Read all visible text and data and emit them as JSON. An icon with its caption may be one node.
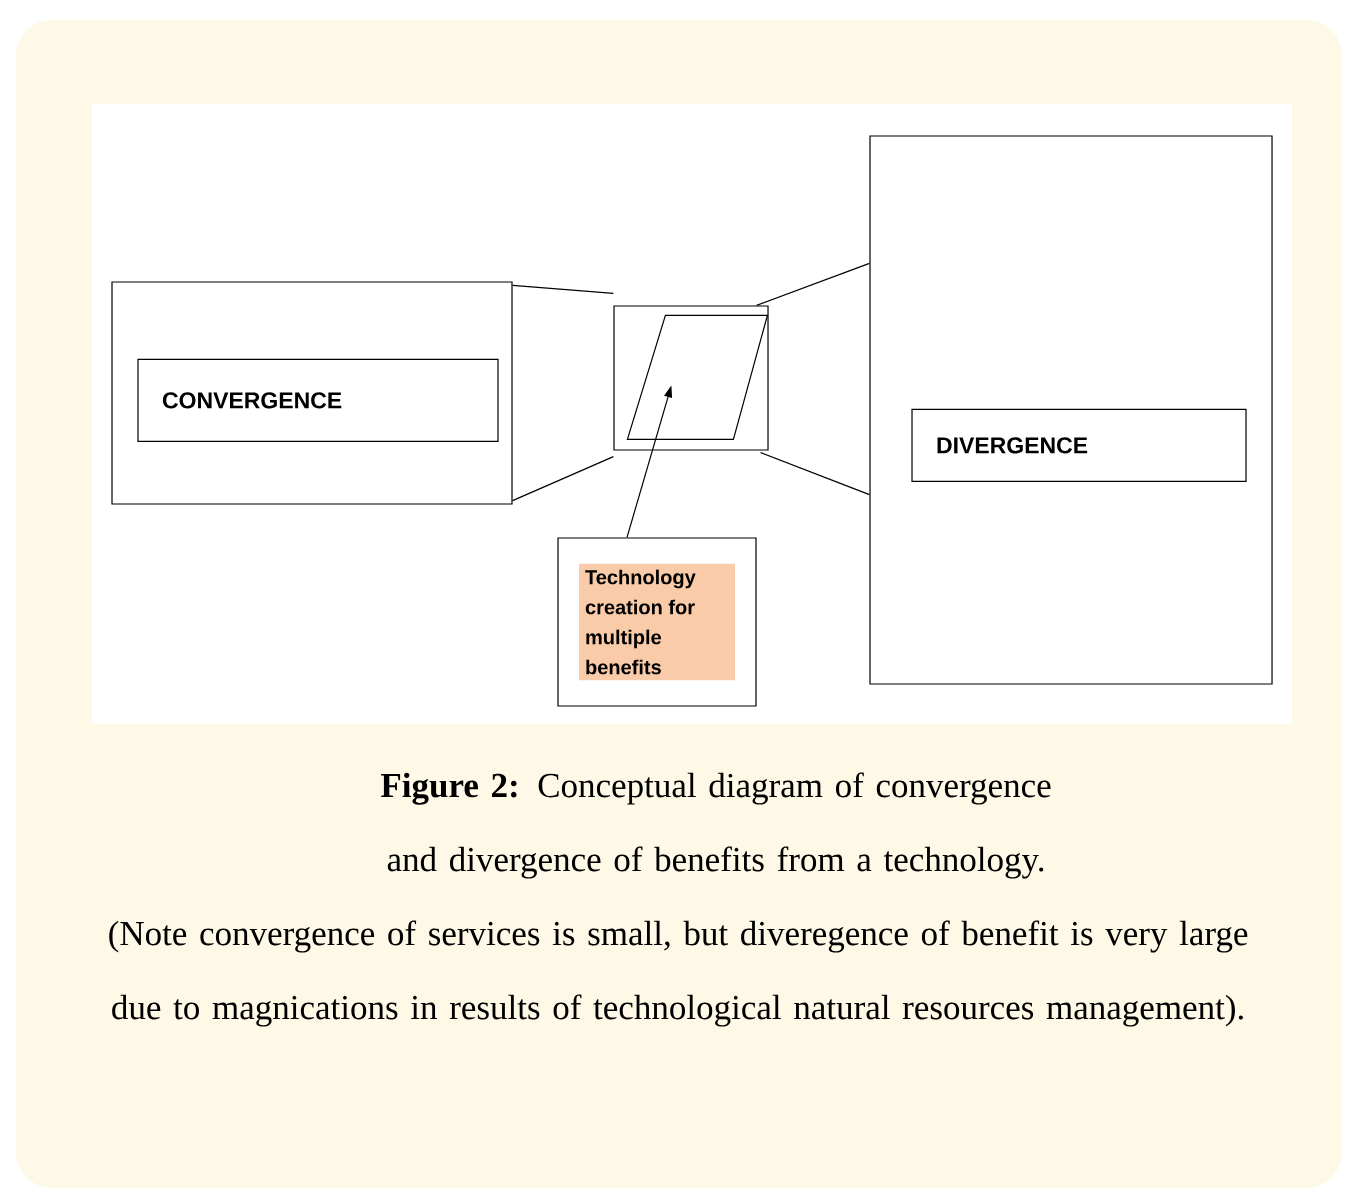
{
  "diagram": {
    "caption": "**Figure 2:** Conceptual diagram of convergence and divergence of benefits from a technology.",
    "nodes": [
      {
        "text": [],
        "shape": "box"
      },
      {
        "text": [
          "CONVERGENCE"
        ],
        "in": 0
      },
      {
        "text": [],
        "shape": "box"
      },
      {
        "text": [],
        "shape": "parallelogram",
        "in": 2
      },
      {
        "text": [],
        "shape": "box"
      },
      {
        "text": [
          "DIVERGENCE"
        ],
        "in": 4
      },
      {
        "text": [
          "Technology creation for multiple benefits"
        ]
      }
    ],
    "edges": [
      {
        "from": 0,
        "to": 2,
        "arrow": "none"
      },
      {
        "from": 0,
        "to": 2,
        "arrow": "none"
      },
      {
        "from": 2,
        "to": 4,
        "arrow": "none"
      },
      {
        "from": 2,
        "to": 4,
        "arrow": "none"
      },
      {
        "from": 6,
        "to": 3,
        "arrow": "to"
      }
    ],
    "labels": [
      "(Note convergence of services is small, but diveregence of benefit is very large due to magnications in results of technological natural resources management)."
    ]
  }
}
